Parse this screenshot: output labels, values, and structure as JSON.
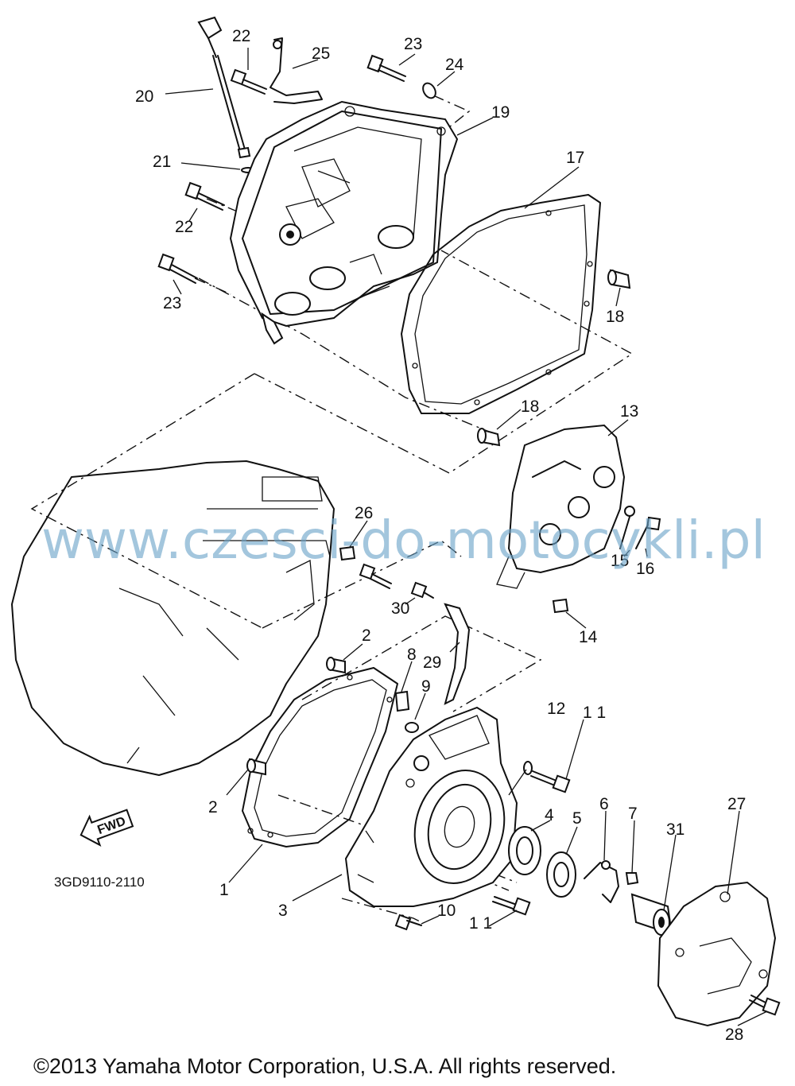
{
  "diagram": {
    "callouts": {
      "p1": "1",
      "p2a": "2",
      "p2b": "2",
      "p3": "3",
      "p4": "4",
      "p5": "5",
      "p6": "6",
      "p7": "7",
      "p8": "8",
      "p9": "9",
      "p10": "10",
      "p11a": "1 1",
      "p11b": "1 1",
      "p12": "12",
      "p13": "13",
      "p14": "14",
      "p15": "15",
      "p16": "16",
      "p17": "17",
      "p18a": "18",
      "p18b": "18",
      "p19": "19",
      "p20": "20",
      "p21": "21",
      "p22a": "22",
      "p22b": "22",
      "p23a": "23",
      "p23b": "23",
      "p24": "24",
      "p25": "25",
      "p26": "26",
      "p27": "27",
      "p28": "28",
      "p29": "29",
      "p30": "30",
      "p31": "31"
    },
    "diagram_code": "3GD9110-2110",
    "fwd_label": "FWD"
  },
  "watermark": "www.czesci-do-motocykli.pl",
  "copyright": "©2013 Yamaha Motor Corporation, U.S.A. All rights reserved."
}
